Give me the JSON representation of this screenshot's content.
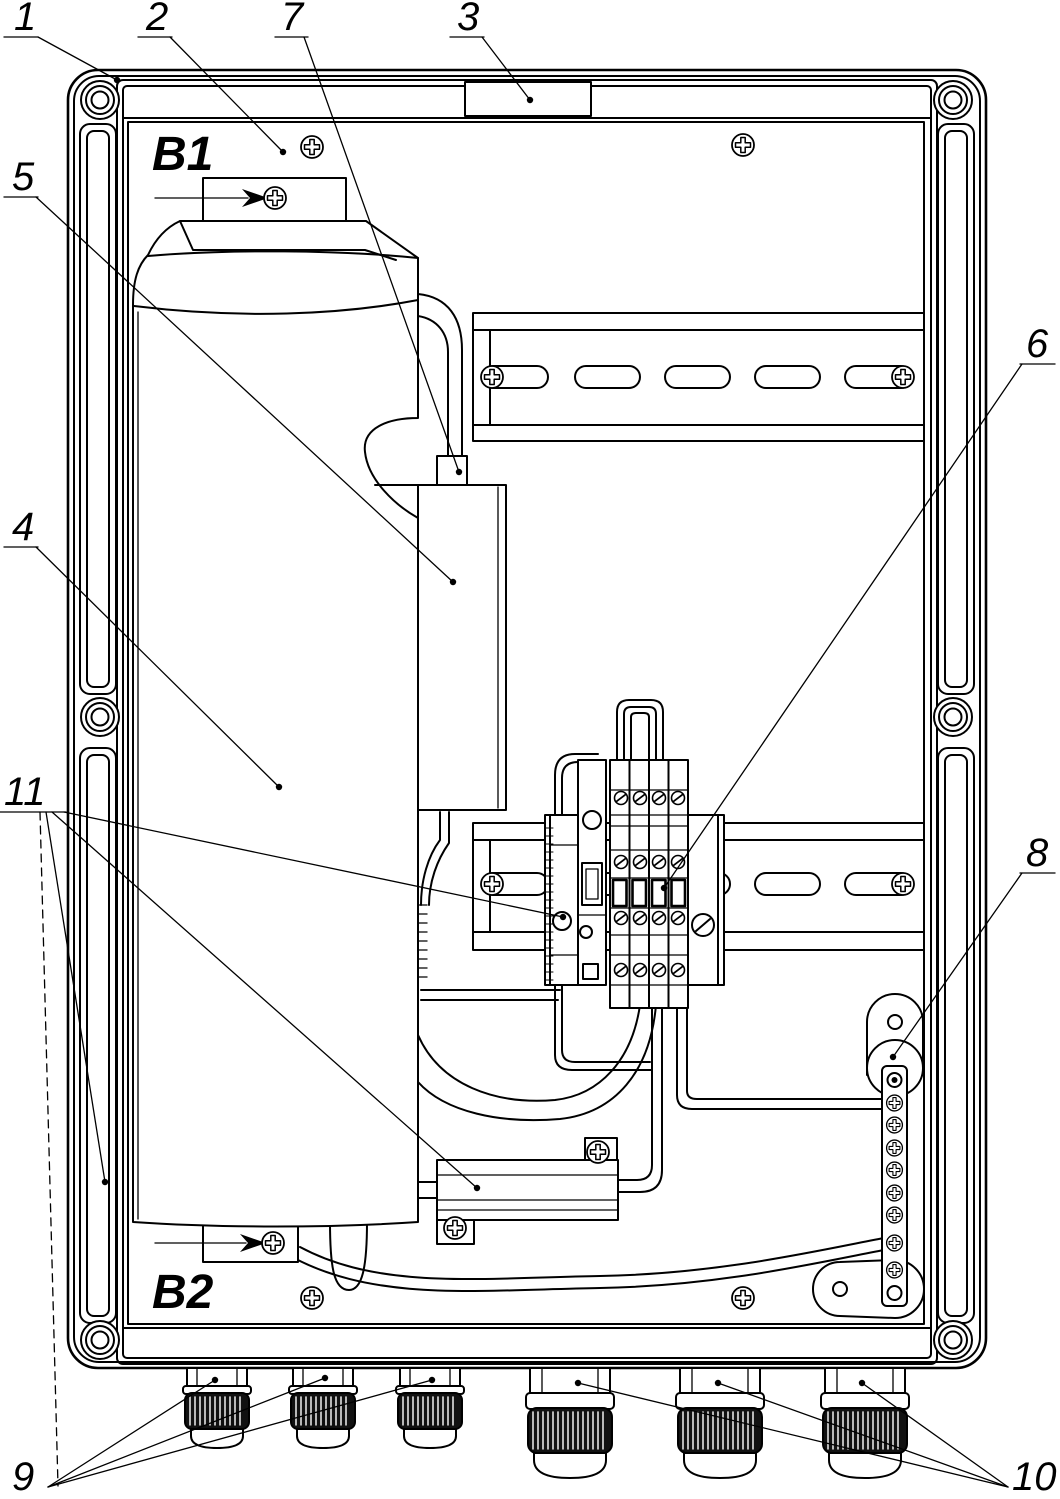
{
  "callouts": {
    "c1": "1",
    "c2": "2",
    "c3": "3",
    "c4": "4",
    "c5": "5",
    "c6": "6",
    "c7": "7",
    "c8": "8",
    "c9": "9",
    "c10": "10",
    "c11": "11"
  },
  "zones": {
    "b1": "B1",
    "b2": "B2"
  },
  "colors": {
    "line": "#000000",
    "background": "#ffffff"
  }
}
